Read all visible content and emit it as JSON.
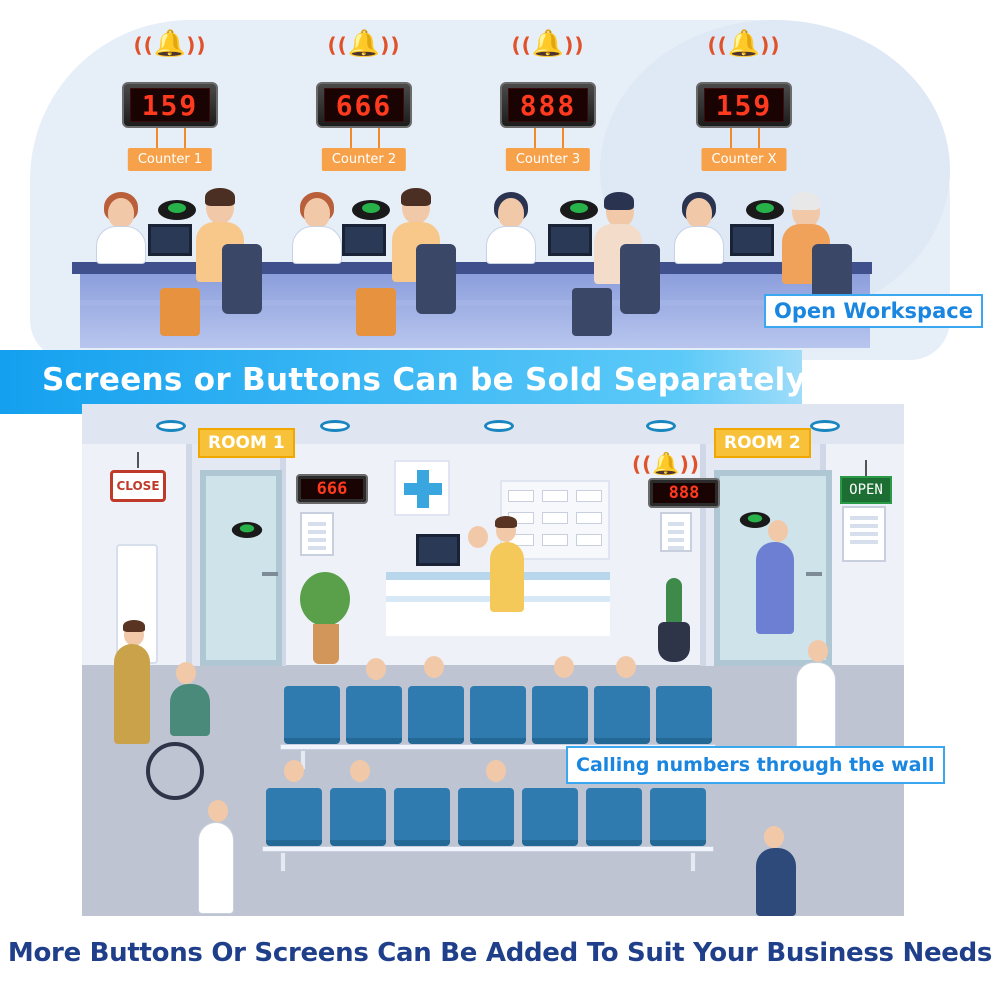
{
  "counters": [
    {
      "display": "159",
      "label": "Counter 1"
    },
    {
      "display": "666",
      "label": "Counter 2"
    },
    {
      "display": "888",
      "label": "Counter 3"
    },
    {
      "display": "159",
      "label": "Counter X"
    }
  ],
  "labels": {
    "open_workspace": "Open Workspace",
    "banner": "Screens or Buttons Can be Sold Separately",
    "calling": "Calling numbers through the wall",
    "footer": "More Buttons Or Screens Can Be Added To Suit Your Business Needs"
  },
  "rooms": [
    {
      "sign": "ROOM 1",
      "display": "666"
    },
    {
      "sign": "ROOM 2",
      "display": "888"
    }
  ],
  "signs": {
    "close": "CLOSE",
    "open": "OPEN"
  },
  "icons": {
    "bell": "bell-icon",
    "cross": "medical-cross-icon"
  },
  "colors": {
    "accent_blue": "#14a0ef",
    "counter_label": "#f7a24a",
    "led_red": "#ff3a1e",
    "footer_text": "#1f3f8a",
    "room_sign": "#f7c23a"
  }
}
